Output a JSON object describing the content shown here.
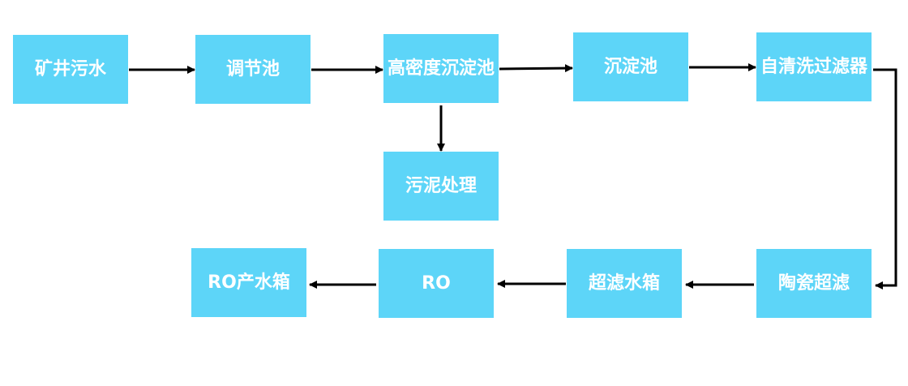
{
  "nodes": {
    "mine_wastewater": "矿井污水",
    "regulating_tank": "调节池",
    "high_density_settling_tank": "高密度沉淀池",
    "settling_tank": "沉淀池",
    "self_cleaning_filter": "自清洗过滤器",
    "sludge_treatment": "污泥处理",
    "ceramic_uf": "陶瓷超滤",
    "uf_water_tank": "超滤水箱",
    "ro": "RO",
    "ro_product_tank": "RO产水箱"
  },
  "colors": {
    "box_fill": "#5dd5f8",
    "box_text": "#ffffff",
    "arrow": "#000000"
  }
}
